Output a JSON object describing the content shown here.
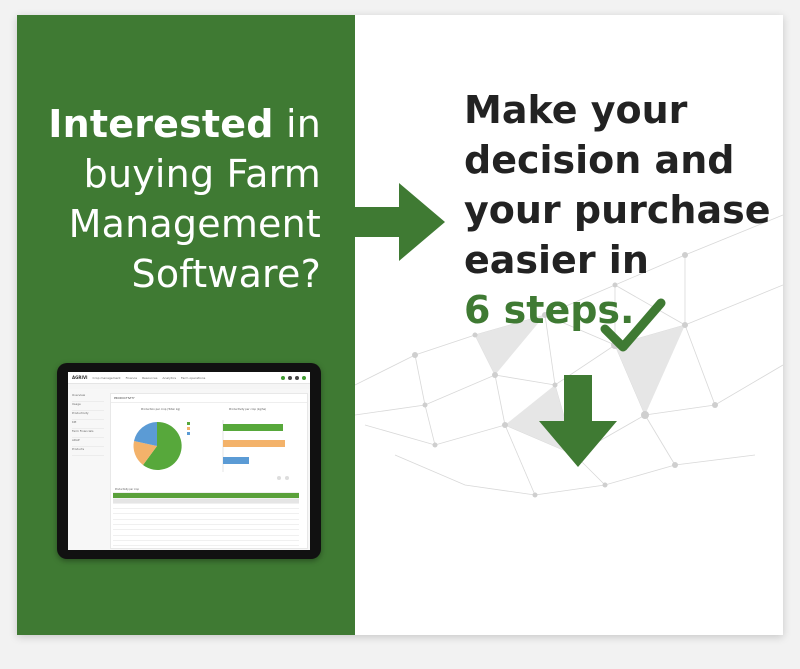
{
  "left_headline": {
    "strong": "Interested",
    "line1_rest": " in",
    "line2": "buying Farm",
    "line3": "Management",
    "line4": "Software?"
  },
  "right_headline": {
    "line1": "Make your",
    "line2": "decision and",
    "line3": "your purchase",
    "line4": "easier in",
    "highlight": "6 steps."
  },
  "colors": {
    "brand_green": "#3f7a33",
    "text_dark": "#222222",
    "background": "#ffffff"
  },
  "icons": [
    "arrow-right-icon",
    "checkmark-icon",
    "arrow-down-icon"
  ],
  "tablet_mockup": {
    "logo": "AGRIVI",
    "menu": [
      "Crop management",
      "Finance",
      "Resources",
      "Analytics",
      "Farm operations"
    ],
    "sidebar": [
      "Overview",
      "Usage",
      "Productivity",
      "KPI",
      "Farm Financials",
      "ADAP",
      "Products"
    ],
    "section_title": "PRODUCTIVITY",
    "chart_pie_title": "Production per crop (Total: kg)",
    "chart_bar_title": "Productivity per crop (kg/ha)",
    "table_title": "Productivity per crop"
  }
}
